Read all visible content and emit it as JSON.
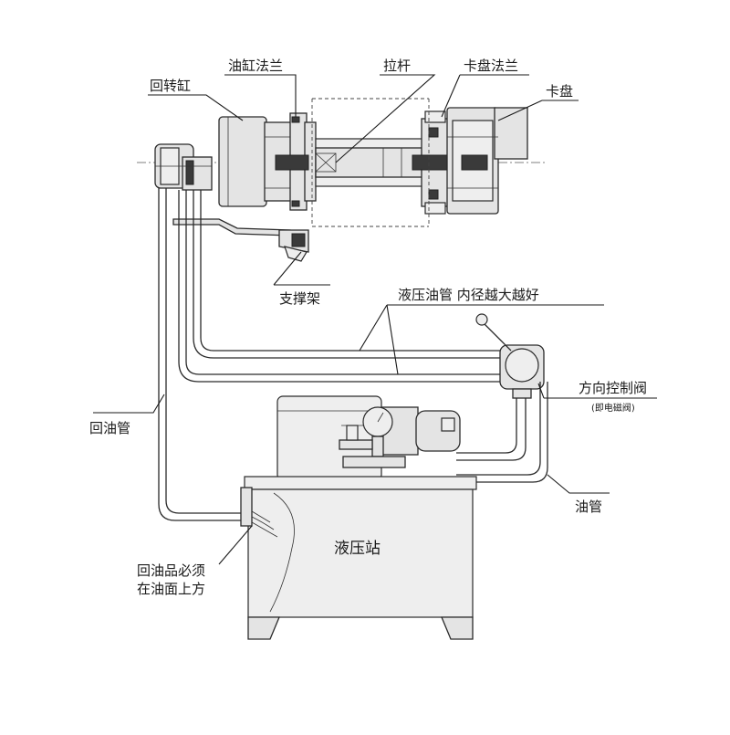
{
  "labels": {
    "rotary_cylinder": "回转缸",
    "cylinder_flange": "油缸法兰",
    "draw_bar": "拉杆",
    "chuck_flange": "卡盘法兰",
    "chuck": "卡盘",
    "support_bracket": "支撑架",
    "hydraulic_hose": "液压油管 内径越大越好",
    "return_pipe": "回油管",
    "direction_valve": "方向控制阀",
    "direction_valve_note": "(即电磁阀)",
    "oil_pipe": "油管",
    "hydraulic_station": "液压站",
    "return_note_line1": "回油品必须",
    "return_note_line2": "在油面上方"
  }
}
